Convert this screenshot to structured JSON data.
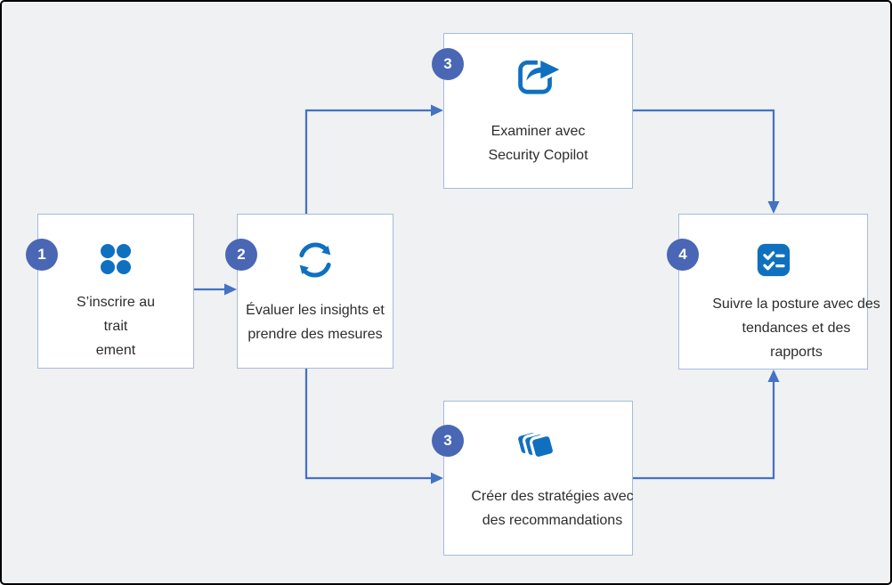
{
  "diagram": {
    "colors": {
      "background": "#f0f1f2",
      "frame_border": "#000000",
      "box_fill": "#ffffff",
      "box_border": "#a6bbdf",
      "badge_fill": "#4a67b5",
      "badge_text": "#ffffff",
      "icon_blue": "#1070c0",
      "connector": "#4472c4",
      "text": "#2d2d2d"
    },
    "steps": [
      {
        "id": "box-1",
        "number": "1",
        "icon": "dots-grid-icon",
        "lines": [
          "S’inscrire au",
          "trait",
          "ement"
        ]
      },
      {
        "id": "box-2",
        "number": "2",
        "icon": "sync-arrows-icon",
        "lines": [
          "Évaluer les insights et",
          "prendre des mesures"
        ]
      },
      {
        "id": "box-3-top",
        "number": "3",
        "icon": "share-arrow-icon",
        "lines": [
          "Examiner avec",
          "Security Copilot"
        ]
      },
      {
        "id": "box-3-bottom",
        "number": "3",
        "icon": "stacked-cards-icon",
        "lines": [
          "Créer des stratégies avec",
          "des recommandations"
        ]
      },
      {
        "id": "box-4",
        "number": "4",
        "icon": "checklist-icon",
        "lines": [
          "Suivre la posture avec des",
          "tendances et des",
          "rapports"
        ]
      }
    ],
    "connections": [
      {
        "from": "box-1",
        "to": "box-2"
      },
      {
        "from": "box-2",
        "to": "box-3-top"
      },
      {
        "from": "box-2",
        "to": "box-3-bottom"
      },
      {
        "from": "box-3-top",
        "to": "box-4"
      },
      {
        "from": "box-3-bottom",
        "to": "box-4"
      }
    ]
  }
}
